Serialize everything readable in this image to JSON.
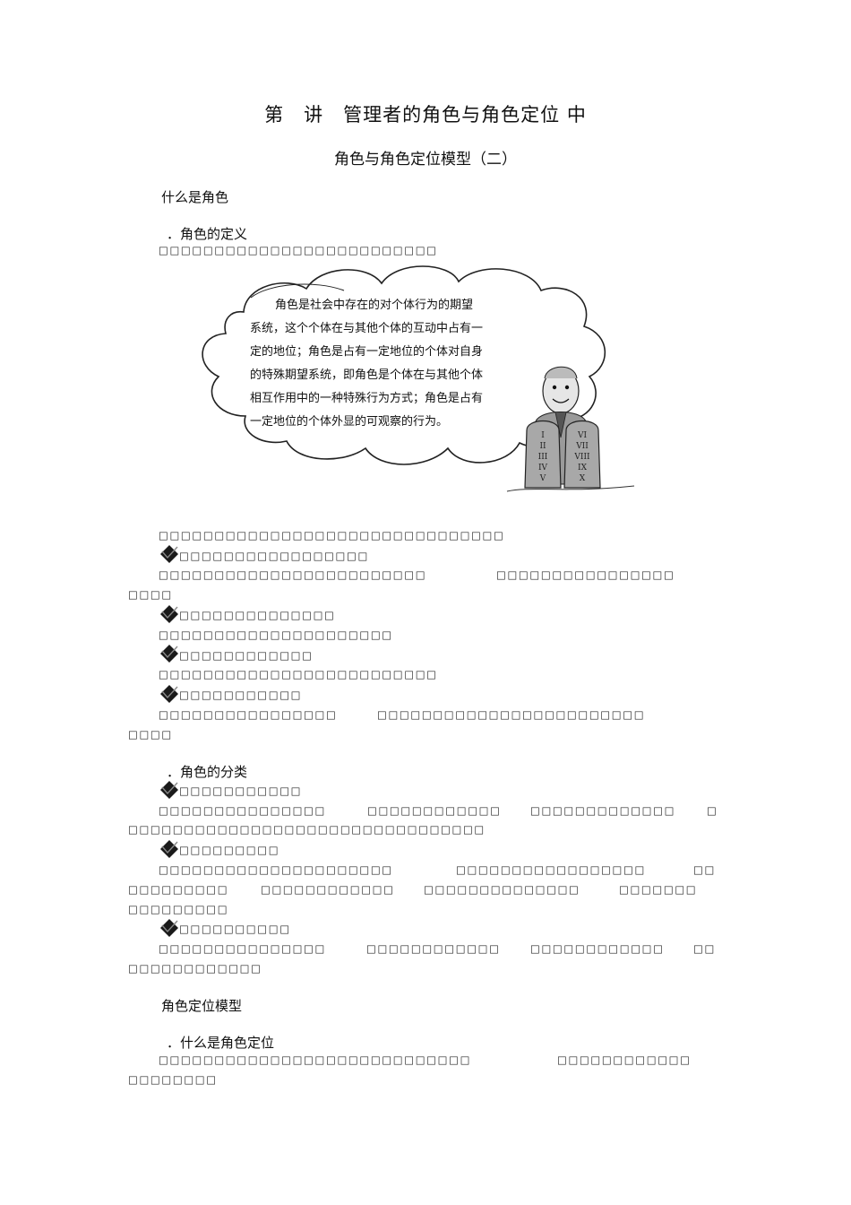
{
  "title": "第　讲　管理者的角色与角色定位 中",
  "subtitle": "角色与角色定位模型（二）",
  "sections": {
    "what_role": "什么是角色",
    "def_heading": "．角色的定义",
    "classify_heading": "．角色的分类",
    "model_heading": "角色定位模型",
    "positioning_heading": "．什么是角色定位"
  },
  "cloud_lines": [
    "角色是社会中存在的对个体行为的期望",
    "系统，这个个体在与其他个体的互动中占有一",
    "定的地位；角色是占有一定地位的个体对自身",
    "的特殊期望系统，即角色是个体在与其他个体",
    "相互作用中的一种特殊行为方式；角色是占有",
    "一定地位的个体外显的可观察的行为。"
  ],
  "tablets": {
    "left": [
      "I",
      "II",
      "III",
      "IV",
      "V"
    ],
    "right": [
      "VI",
      "VII",
      "VIII",
      "IX",
      "X"
    ]
  },
  "colors": {
    "text": "#111111",
    "bullet": "#1a1a1a",
    "outline": "#222222"
  },
  "icons": {
    "bullet": "diamond-check-icon",
    "illustration": "man-with-stone-tablets"
  }
}
